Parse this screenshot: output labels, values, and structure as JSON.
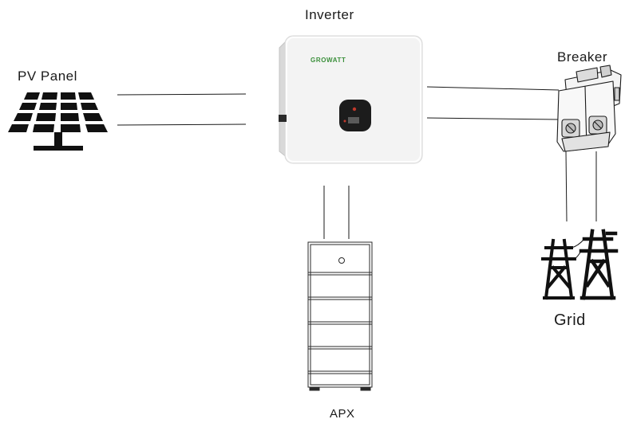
{
  "labels": {
    "inverter": "Inverter",
    "pv_panel": "PV Panel",
    "breaker": "Breaker",
    "grid": "Grid",
    "apx": "APX"
  },
  "inverter_brand": "GROWATT",
  "colors": {
    "line": "#1a1a1a",
    "inverter_body": "#f2f2f2",
    "inverter_brand": "#3a8f3a",
    "display": "#1c1c1c",
    "display_accent": "#c0392b",
    "pv_panel": "#111111",
    "breaker_body": "#e8e8e8"
  },
  "icons": {
    "pv_panel": "solar-panel-icon",
    "inverter": "inverter-device-icon",
    "breaker": "circuit-breaker-icon",
    "grid": "transmission-tower-icon",
    "apx": "battery-stack-icon"
  }
}
